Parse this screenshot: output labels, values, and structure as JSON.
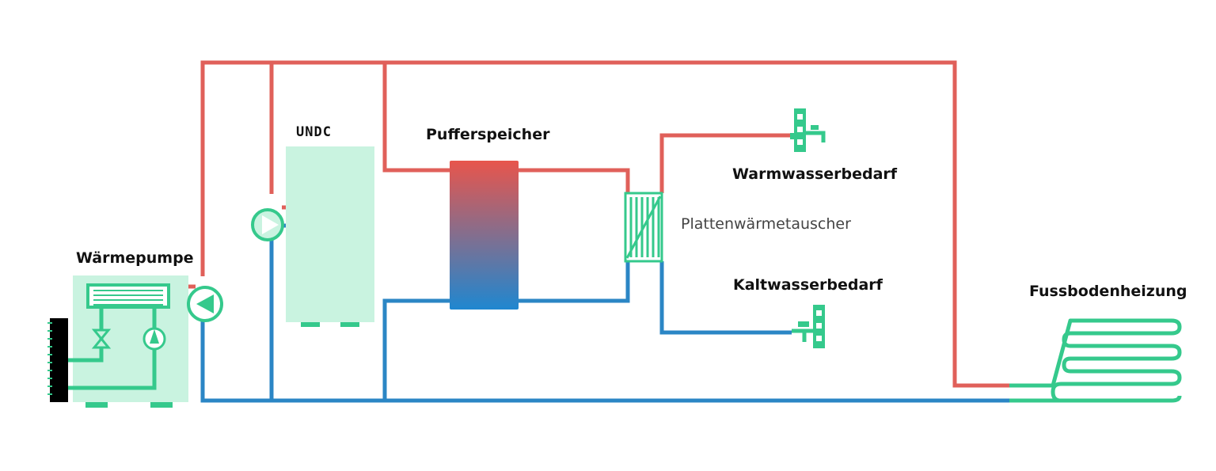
{
  "labels": {
    "waermepumpe": "Wärmepumpe",
    "undc": "UNDC",
    "pufferspeicher": "Pufferspeicher",
    "warmwasserbedarf": "Warmwasserbedarf",
    "plattenwaermetauscher": "Plattenwärmetauscher",
    "kaltwasserbedarf": "Kaltwasserbedarf",
    "fussbodenheizung": "Fussbodenheizung"
  },
  "colors": {
    "hot_line": "#e0605a",
    "cold_line": "#2b86c5",
    "component": "#35c98c",
    "component_fill": "#c9f3e0",
    "buffer_top": "#e8554c",
    "buffer_bottom": "#1f87d0"
  },
  "icons": [
    "pump-icon",
    "tap-icon",
    "heat-exchanger-icon",
    "expansion-valve-icon",
    "floor-heating-coil-icon"
  ]
}
